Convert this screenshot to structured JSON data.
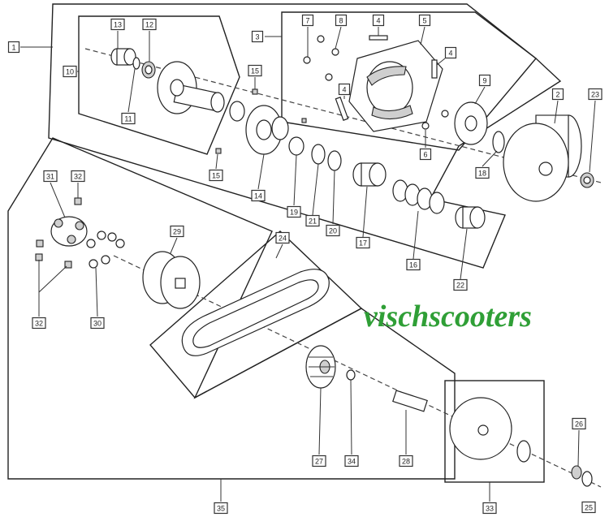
{
  "watermark": "vischscooters",
  "callouts": [
    {
      "id": "c1",
      "text": "1"
    },
    {
      "id": "c2",
      "text": "2"
    },
    {
      "id": "c3",
      "text": "3"
    },
    {
      "id": "c4a",
      "text": "4"
    },
    {
      "id": "c4b",
      "text": "4"
    },
    {
      "id": "c4c",
      "text": "4"
    },
    {
      "id": "c5",
      "text": "5"
    },
    {
      "id": "c6",
      "text": "6"
    },
    {
      "id": "c7",
      "text": "7"
    },
    {
      "id": "c8",
      "text": "8"
    },
    {
      "id": "c9",
      "text": "9"
    },
    {
      "id": "c10",
      "text": "10"
    },
    {
      "id": "c11",
      "text": "11"
    },
    {
      "id": "c12",
      "text": "12"
    },
    {
      "id": "c13",
      "text": "13"
    },
    {
      "id": "c14",
      "text": "14"
    },
    {
      "id": "c15a",
      "text": "15"
    },
    {
      "id": "c15b",
      "text": "15"
    },
    {
      "id": "c16",
      "text": "16"
    },
    {
      "id": "c17",
      "text": "17"
    },
    {
      "id": "c18",
      "text": "18"
    },
    {
      "id": "c19",
      "text": "19"
    },
    {
      "id": "c20",
      "text": "20"
    },
    {
      "id": "c21",
      "text": "21"
    },
    {
      "id": "c22",
      "text": "22"
    },
    {
      "id": "c23",
      "text": "23"
    },
    {
      "id": "c24",
      "text": "24"
    },
    {
      "id": "c25",
      "text": "25"
    },
    {
      "id": "c26",
      "text": "26"
    },
    {
      "id": "c27",
      "text": "27"
    },
    {
      "id": "c28",
      "text": "28"
    },
    {
      "id": "c29",
      "text": "29"
    },
    {
      "id": "c30",
      "text": "30"
    },
    {
      "id": "c31",
      "text": "31"
    },
    {
      "id": "c32a",
      "text": "32"
    },
    {
      "id": "c32b",
      "text": "32"
    },
    {
      "id": "c33",
      "text": "33"
    },
    {
      "id": "c34",
      "text": "34"
    },
    {
      "id": "c35",
      "text": "35"
    }
  ]
}
